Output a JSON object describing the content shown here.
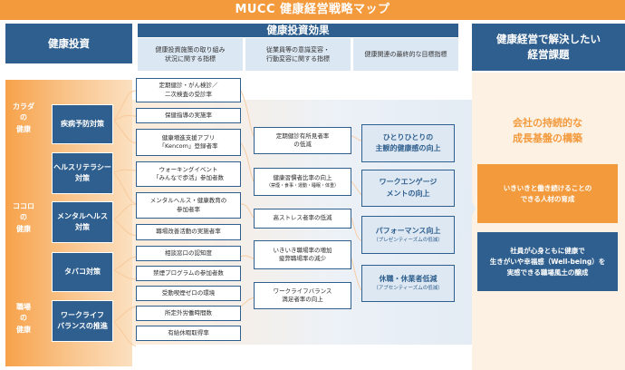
{
  "title": "MUCC 健康経営戦略マップ",
  "headers": {
    "investment": "健康投資",
    "effect": "健康投資効果",
    "effect_subs": [
      [
        "健康投資施策の取り組み",
        "状況に関する指標"
      ],
      [
        "従業員等の意識変容・",
        "行動変容に関する指標"
      ],
      [
        "健康関連の最終的な目標指標"
      ]
    ],
    "solve": [
      "健康経営で解決したい",
      "経営課題"
    ]
  },
  "sides": [
    [
      "カラダ",
      "の",
      "健康"
    ],
    [
      "ココロ",
      "の",
      "健康"
    ],
    [
      "職場",
      "の",
      "健康"
    ]
  ],
  "measures": [
    [
      "疾病予防対策"
    ],
    [
      "ヘルスリテラシー",
      "対策"
    ],
    [
      "メンタルヘルス",
      "対策"
    ],
    [
      "タバコ対策"
    ],
    [
      "ワークライフ",
      "バランスの推進"
    ]
  ],
  "indicators": [
    [
      "定期健診・がん検診／",
      "二次検査の受診率"
    ],
    [
      "保健指導の実施率"
    ],
    [
      "健康増進支援アプリ",
      "「Kencom」登録者率"
    ],
    [
      "ウォーキングイベント",
      "「みんなで歩活」参加者数"
    ],
    [
      "メンタルヘルス・健康教育の",
      "参加者率"
    ],
    [
      "職場改善活動の実施者率"
    ],
    [
      "相談窓口の認知度"
    ],
    [
      "禁煙プログラムの参加者数"
    ],
    [
      "受動喫煙ゼロの環境"
    ],
    [
      "所定外労働時間数"
    ],
    [
      "有給休暇取得率"
    ]
  ],
  "behaviors": [
    {
      "lines": [
        "定期健診有所見者率",
        "の低減"
      ],
      "small": ""
    },
    {
      "lines": [
        "健康習慣者比率の向上"
      ],
      "small": "（禁煙・食事・運動・睡眠・体重）"
    },
    {
      "lines": [
        "高ストレス者率の低減"
      ],
      "small": ""
    },
    {
      "lines": [
        "いきいき職場率の増加",
        "疲弊職場率の減少"
      ],
      "small": ""
    },
    {
      "lines": [
        "ワークライフバランス",
        "満足者率の向上"
      ],
      "small": ""
    }
  ],
  "goals": [
    {
      "lines": [
        "ひとりひとりの",
        "主観的健康感の向上"
      ],
      "small": ""
    },
    {
      "lines": [
        "ワークエンゲージ",
        "メントの向上"
      ],
      "small": ""
    },
    {
      "lines": [
        "パフォーマンス向上"
      ],
      "small": "（プレゼンティーズムの低減）"
    },
    {
      "lines": [
        "休職・休業者低減"
      ],
      "small": "（アブセンティーズムの低減）"
    }
  ],
  "solve_title": [
    "会社の持続的な",
    "成長基盤の構築"
  ],
  "solves": [
    [
      "いきいきと働き続けることの",
      "できる人材の育成"
    ],
    [
      "社員が心身ともに健康で",
      "生きがいや幸福感（Well-being）を",
      "実感できる職場風土の醸成"
    ]
  ],
  "colors": {
    "orange": "#f39a3d",
    "navy": "#2f5f8e",
    "light_blue": "#dbe7f3",
    "cream": "#fdf1e3"
  }
}
